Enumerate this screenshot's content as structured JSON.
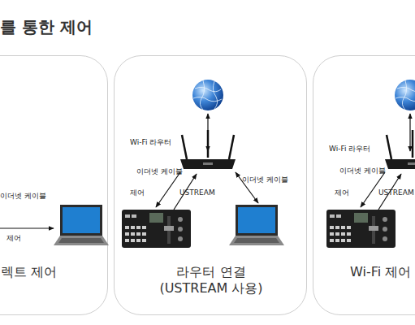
{
  "diagram": {
    "title": "를 통한 제어",
    "nodes": [
      {
        "text": [
          "렉트 제어"
        ]
      },
      {
        "text": [
          "라우터 연결 (USTREAM 사용)"
        ]
      },
      {
        "text": [
          "Wi-Fi 제어"
        ]
      }
    ],
    "edges": [],
    "labels": [
      "이더넷 케이블",
      "제어",
      "Wi-Fi 라우터",
      "이더넷 케이블",
      "제어",
      "USTREAM",
      "이더넷 케이블",
      "Wi-Fi 라우터",
      "이더넷 케이블",
      "제어",
      "USTREAM"
    ]
  }
}
